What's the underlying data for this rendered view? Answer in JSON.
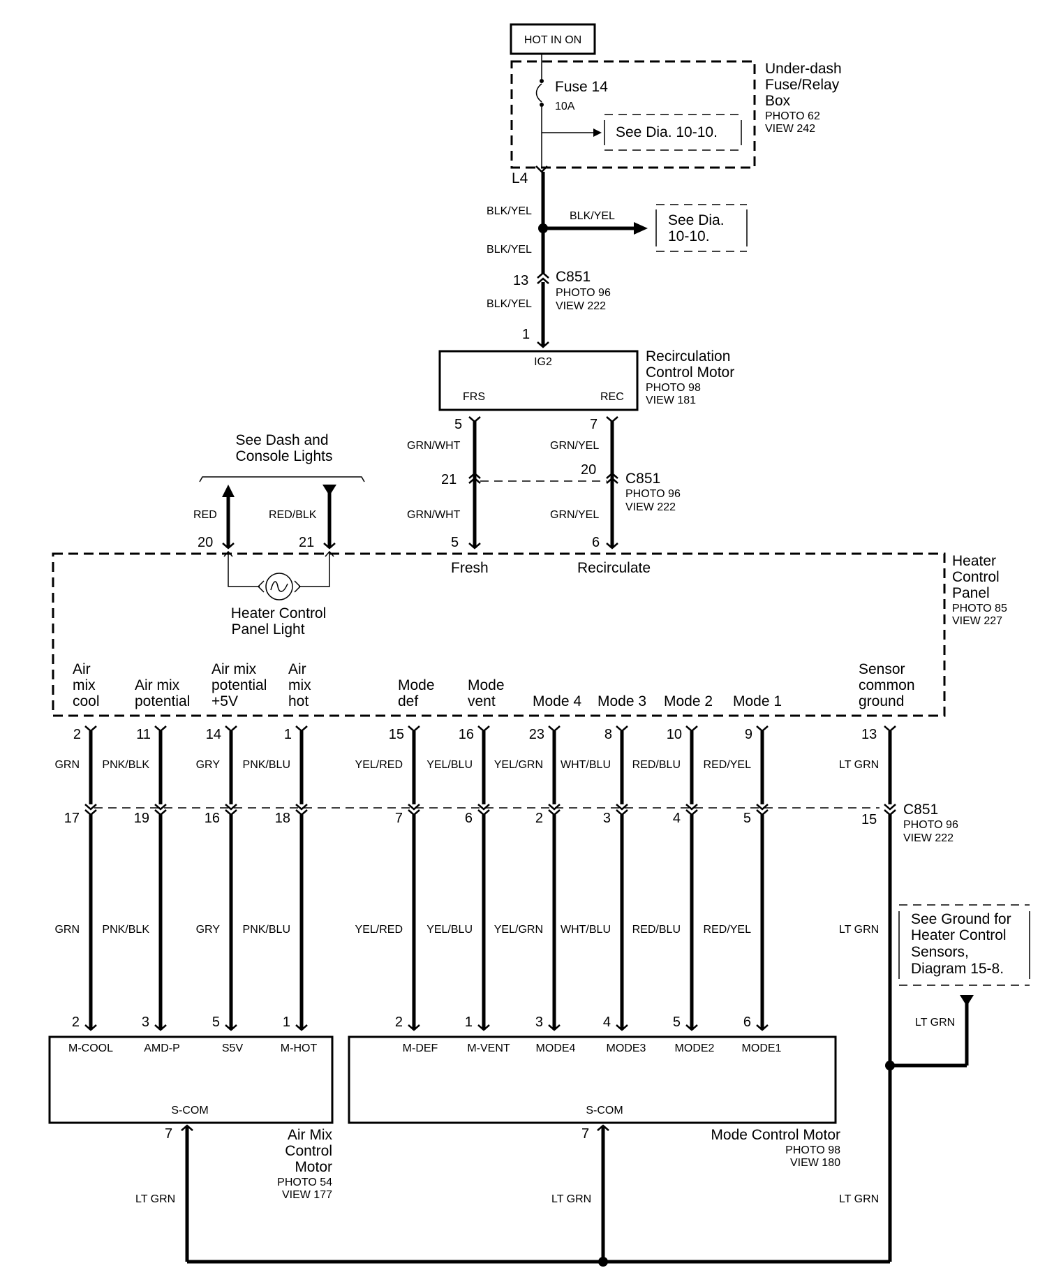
{
  "hot_in_on": "HOT IN ON",
  "fuse_box": {
    "title": [
      "Under-dash",
      "Fuse/Relay",
      "Box"
    ],
    "photo": "PHOTO 62",
    "view": "VIEW 242",
    "fuse_name": "Fuse 14",
    "fuse_rating": "10A",
    "see_dia": "See Dia. 10-10.",
    "terminal": "L4"
  },
  "splice_ref": {
    "wire_label": "BLK/YEL",
    "see_dia": [
      "See Dia.",
      "10-10."
    ]
  },
  "wire_colors": {
    "blk_yel": "BLK/YEL",
    "grn_wht": "GRN/WHT",
    "grn_yel": "GRN/YEL",
    "red": "RED",
    "red_blk": "RED/BLK",
    "lt_grn": "LT GRN"
  },
  "c851": {
    "name": "C851",
    "photo": "PHOTO 96",
    "view": "VIEW 222"
  },
  "c851_top": {
    "pin_in": "13",
    "pin_out": "1"
  },
  "recirc_motor": {
    "title": [
      "Recirculation",
      "Control Motor"
    ],
    "photo": "PHOTO 98",
    "view": "VIEW 181",
    "ig2": "IG2",
    "frs": "FRS",
    "rec": "REC",
    "pin_frs": "5",
    "pin_rec": "7"
  },
  "c851_mid": {
    "pin_left": "21",
    "pin_right": "20"
  },
  "dash_lights": {
    "title": [
      "See Dash and",
      "Console Lights"
    ],
    "pin_red": "20",
    "pin_red_blk": "21"
  },
  "heater_panel": {
    "title": [
      "Heater",
      "Control",
      "Panel"
    ],
    "photo": "PHOTO 85",
    "view": "VIEW 227",
    "pin_fresh": "5",
    "pin_recirc": "6",
    "fresh": "Fresh",
    "recirculate": "Recirculate",
    "light_label": [
      "Heater Control",
      "Panel Light"
    ]
  },
  "panel_terminals": [
    {
      "label": [
        "Air",
        "mix",
        "cool"
      ],
      "pin_top": "2",
      "color": "GRN",
      "pin_c851": "17",
      "pin_motor": "2",
      "motor_label": "M-COOL"
    },
    {
      "label": [
        "Air mix",
        "potential"
      ],
      "pin_top": "11",
      "color": "PNK/BLK",
      "pin_c851": "19",
      "pin_motor": "3",
      "motor_label": "AMD-P"
    },
    {
      "label": [
        "Air mix",
        "potential",
        "+5V"
      ],
      "pin_top": "14",
      "color": "GRY",
      "pin_c851": "16",
      "pin_motor": "5",
      "motor_label": "S5V"
    },
    {
      "label": [
        "Air",
        "mix",
        "hot"
      ],
      "pin_top": "1",
      "color": "PNK/BLU",
      "pin_c851": "18",
      "pin_motor": "1",
      "motor_label": "M-HOT"
    },
    {
      "label": [
        "Mode",
        "def"
      ],
      "pin_top": "15",
      "color": "YEL/RED",
      "pin_c851": "7",
      "pin_motor": "2",
      "motor_label": "M-DEF"
    },
    {
      "label": [
        "Mode",
        "vent"
      ],
      "pin_top": "16",
      "color": "YEL/BLU",
      "pin_c851": "6",
      "pin_motor": "1",
      "motor_label": "M-VENT"
    },
    {
      "label": [
        "Mode 4"
      ],
      "pin_top": "23",
      "color": "YEL/GRN",
      "pin_c851": "2",
      "pin_motor": "3",
      "motor_label": "MODE4"
    },
    {
      "label": [
        "Mode 3"
      ],
      "pin_top": "8",
      "color": "WHT/BLU",
      "pin_c851": "3",
      "pin_motor": "4",
      "motor_label": "MODE3"
    },
    {
      "label": [
        "Mode 2"
      ],
      "pin_top": "10",
      "color": "RED/BLU",
      "pin_c851": "4",
      "pin_motor": "5",
      "motor_label": "MODE2"
    },
    {
      "label": [
        "Mode 1"
      ],
      "pin_top": "9",
      "color": "RED/YEL",
      "pin_c851": "5",
      "pin_motor": "6",
      "motor_label": "MODE1"
    }
  ],
  "sensor_ground": {
    "label": [
      "Sensor",
      "common",
      "ground"
    ],
    "pin_top": "13",
    "pin_c851": "15",
    "color": "LT GRN"
  },
  "ground_ref": [
    "See Ground for",
    "Heater Control",
    "Sensors,",
    "Diagram 15-8."
  ],
  "air_mix_motor": {
    "title": [
      "Air Mix",
      "Control",
      "Motor"
    ],
    "photo": "PHOTO 54",
    "view": "VIEW 177",
    "scom": "S-COM",
    "pin_scom": "7"
  },
  "mode_motor": {
    "title": "Mode Control Motor",
    "photo": "PHOTO 98",
    "view": "VIEW 180",
    "scom": "S-COM",
    "pin_scom": "7"
  }
}
